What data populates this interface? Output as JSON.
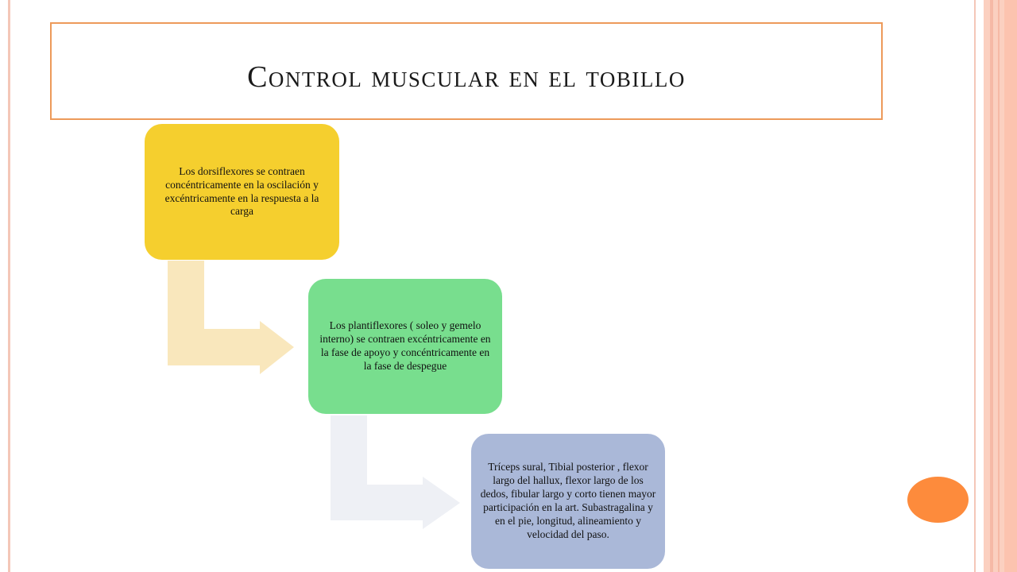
{
  "slide": {
    "title": "Control muscular en el tobillo"
  },
  "diagram": {
    "steps": [
      {
        "text": "Los dorsiflexores se contraen concéntricamente en la oscilación y excéntricamente en la respuesta a la carga",
        "color": "#f5cf2e"
      },
      {
        "text": "Los plantiflexores ( soleo y gemelo interno) se contraen excéntricamente en la fase de apoyo y concéntricamente en la fase de despegue",
        "color": "#78de8e"
      },
      {
        "text": "Tríceps sural, Tibial posterior , flexor largo del hallux, flexor largo de los dedos, fibular largo y corto tienen mayor participación en la art. Subastragalina y en el pie, longitud, alineamiento y velocidad del paso.",
        "color": "#aab8d8"
      }
    ],
    "connector_colors": [
      "#f9e7bc",
      "#eef0f5"
    ]
  },
  "theme": {
    "title_border": "#ed9a5a",
    "accent_circle": "#fd8b3c"
  }
}
